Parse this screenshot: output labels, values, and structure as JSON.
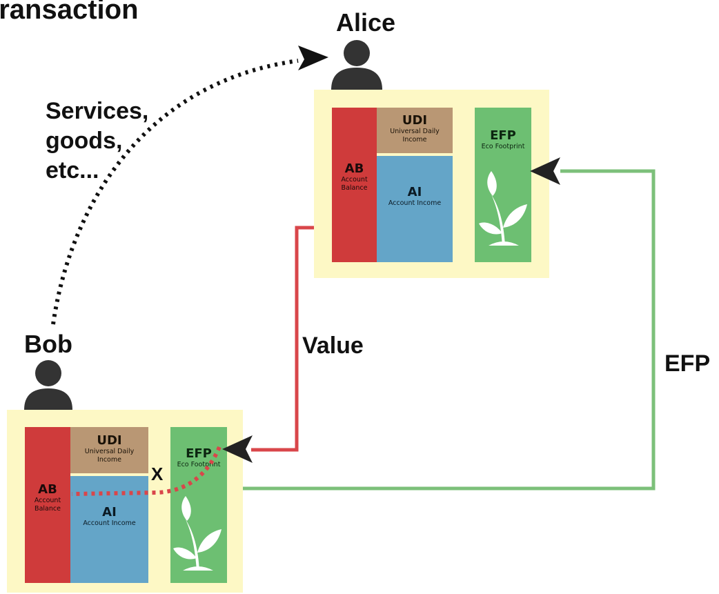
{
  "title": "Transaction",
  "alice": {
    "name": "Alice"
  },
  "bob": {
    "name": "Bob"
  },
  "flow_labels": {
    "services": [
      "Services,",
      "goods,",
      "etc..."
    ],
    "value": "Value",
    "efp": "EFP",
    "blocked": "X"
  },
  "account": {
    "ab": {
      "code": "AB",
      "line1": "Account",
      "line2": "Balance"
    },
    "udi": {
      "code": "UDI",
      "line1": "Universal Daily",
      "line2": "Income"
    },
    "ai": {
      "code": "AI",
      "name": "Account Income"
    },
    "efp": {
      "code": "EFP",
      "name": "Eco Footprint"
    }
  },
  "colors": {
    "panel": "#fdf8c5",
    "ab": "#cf3b3b",
    "udi": "#b99774",
    "ai": "#64a5c8",
    "efp": "#6dbf72",
    "value_line": "#d9464a",
    "efp_line": "#7cc07a",
    "blocked_line": "#d9464a"
  },
  "icons": [
    "person-icon",
    "plant-icon",
    "arrowhead-icon"
  ]
}
